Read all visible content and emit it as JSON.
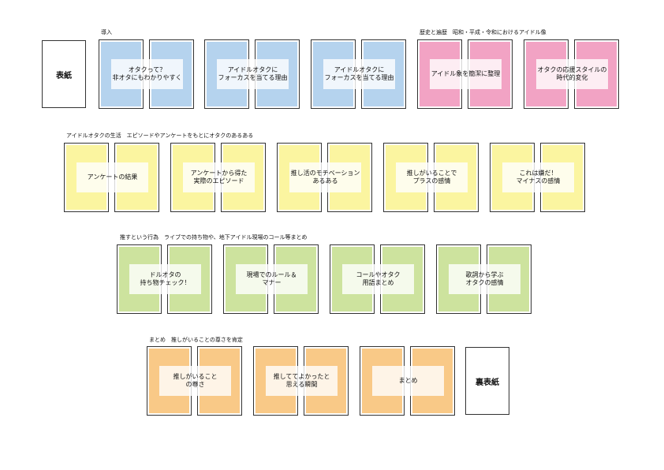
{
  "colors": {
    "blue": "#b5d3ee",
    "pink": "#f2a3c4",
    "yellow": "#fbf5a0",
    "green": "#cde39e",
    "orange": "#f9c987"
  },
  "front_cover": "表紙",
  "back_cover": "裏表紙",
  "sections": [
    {
      "label": "導入",
      "color": "blue",
      "spreads": [
        "オタクって？\n非オタにもわかりやすく",
        "アイドルオタクに\nフォーカスを当てる理由",
        "アイドルオタクに\nフォーカスを当てる理由"
      ]
    },
    {
      "label": "歴史と遍歴　昭和・平成・令和におけるアイドル像",
      "color": "pink",
      "spreads": [
        "アイドル象を簡潔に整理",
        "オタクの応援スタイルの\n時代的変化"
      ]
    },
    {
      "label": "アイドルオタクの生活　エピソードやアンケートをもとにオタクのあるある",
      "color": "yellow",
      "spreads": [
        "アンケートの結果",
        "アンケートから得た\n実際のエピソード",
        "推し活のモチベーション\nあるある",
        "推しがいることで\nプラスの感情",
        "これは嫌だ！\nマイナスの感情"
      ]
    },
    {
      "label": "推すという行為　ライブでの持ち物や、地下アイドル現場のコール等まとめ",
      "color": "green",
      "spreads": [
        "ドルオタの\n持ち物チェック！",
        "現場でのルール＆\nマナー",
        "コールやオタク\n用語まとめ",
        "歌詞から学ぶ\nオタクの感情"
      ]
    },
    {
      "label": "まとめ　推しがいることの尊さを肯定",
      "color": "orange",
      "spreads": [
        "推しがいること\nの尊さ",
        "推しててよかったと\n思える瞬間",
        "まとめ"
      ]
    }
  ]
}
